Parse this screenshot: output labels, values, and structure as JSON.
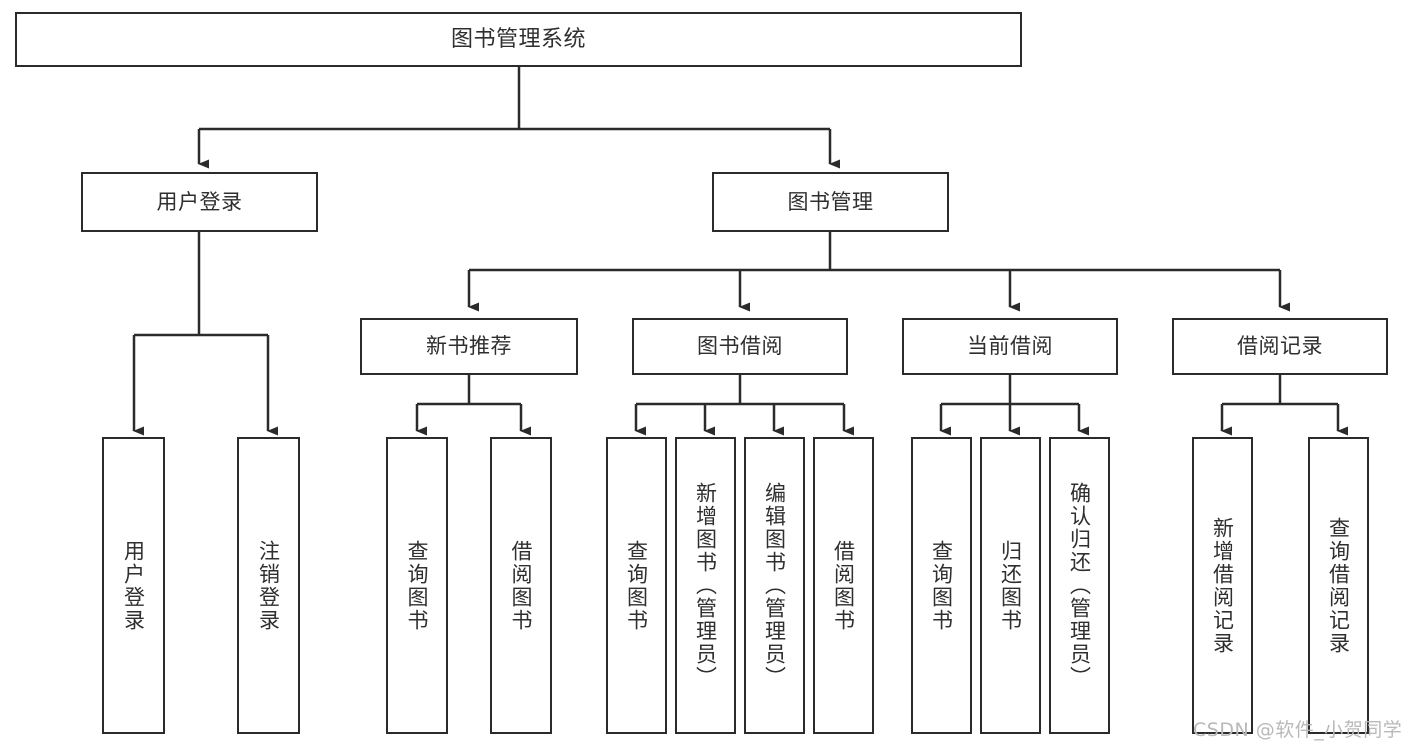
{
  "diagram": {
    "type": "tree",
    "title": "图书管理系统",
    "background_color": "#ffffff",
    "line_color": "#2b2b2b",
    "text_color": "#2f2f2f",
    "nodes": {
      "root": {
        "label": "图书管理系统"
      },
      "level2": [
        {
          "label": "用户登录"
        },
        {
          "label": "图书管理"
        }
      ],
      "level3": [
        {
          "label": "新书推荐"
        },
        {
          "label": "图书借阅"
        },
        {
          "label": "当前借阅"
        },
        {
          "label": "借阅记录"
        }
      ],
      "leaves": [
        {
          "label": "用户登录"
        },
        {
          "label": "注销登录"
        },
        {
          "label": "查询图书"
        },
        {
          "label": "借阅图书"
        },
        {
          "label": "查询图书"
        },
        {
          "label": "新增图书（管理员）"
        },
        {
          "label": "编辑图书（管理员）"
        },
        {
          "label": "借阅图书"
        },
        {
          "label": "查询图书"
        },
        {
          "label": "归还图书"
        },
        {
          "label": "确认归还（管理员）"
        },
        {
          "label": "新增借阅记录"
        },
        {
          "label": "查询借阅记录"
        }
      ]
    }
  },
  "watermark": {
    "text": "CSDN @软件_小贺同学"
  }
}
